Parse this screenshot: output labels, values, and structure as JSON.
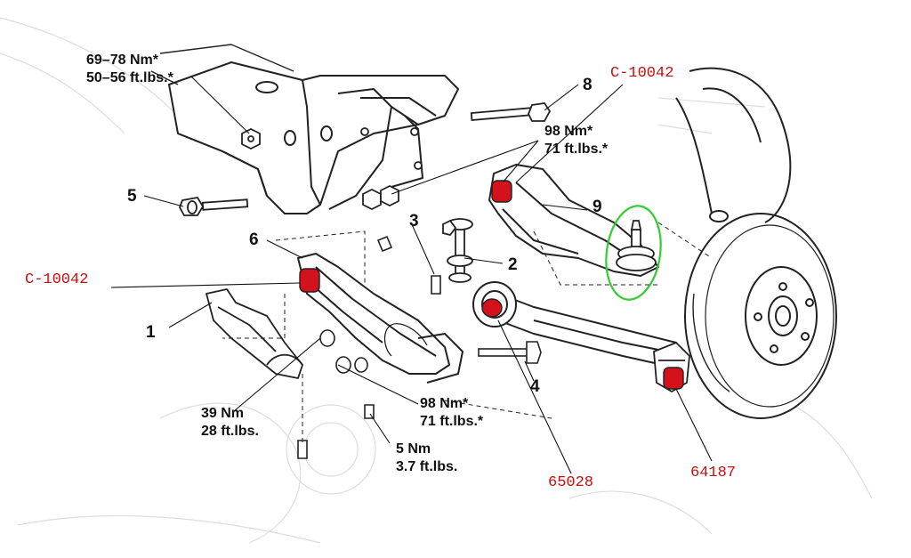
{
  "torque": {
    "t1": {
      "line1": "69–78 Nm*",
      "line2": "50–56 ft.lbs.*"
    },
    "t2": {
      "line1": "98 Nm*",
      "line2": "71 ft.lbs.*"
    },
    "t3": {
      "line1": "39 Nm",
      "line2": "28 ft.lbs."
    },
    "t4": {
      "line1": "98 Nm*",
      "line2": "71 ft.lbs.*"
    },
    "t5": {
      "line1": "5 Nm",
      "line2": "3.7 ft.lbs."
    }
  },
  "callouts": [
    "1",
    "2",
    "3",
    "4",
    "5",
    "6",
    "8",
    "9"
  ],
  "part_numbers": {
    "upper_right": "C-10042",
    "left": "C-10042",
    "center": "65028",
    "right": "64187"
  },
  "colors": {
    "part_text": "#c41010",
    "bushing": "#d3121b",
    "highlight": "#33cc33",
    "line_art": "#222222",
    "ghost": "#dcdcdc"
  }
}
